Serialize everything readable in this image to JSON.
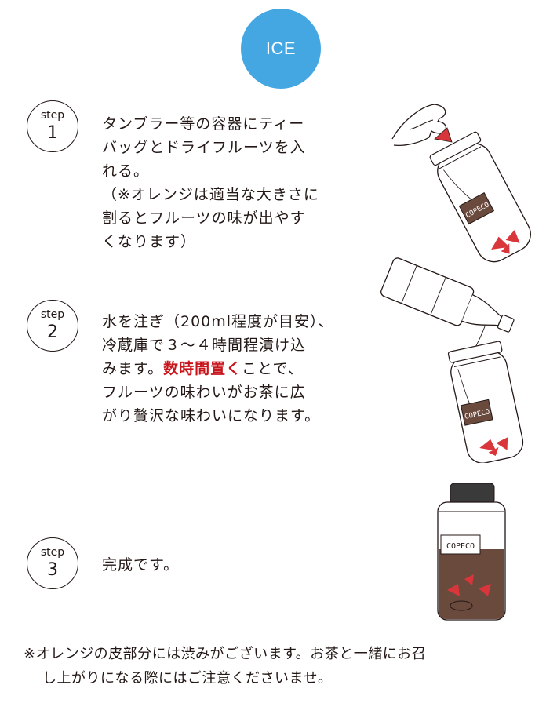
{
  "badge": {
    "label": "ICE"
  },
  "steps": [
    {
      "word": "step",
      "number": "1",
      "lines": [
        "タンブラー等の容器にティー",
        "バッグとドライフルーツを入",
        "れる。",
        "（※オレンジは適当な大きさに",
        "割るとフルーツの味が出やす",
        "くなります）"
      ]
    },
    {
      "word": "step",
      "number": "2",
      "lines": [
        "水を注ぎ（200ml程度が目安）、",
        "冷蔵庫で３～４時間程漬け込"
      ],
      "line3_before": "みます。",
      "line3_emphasis": "数時間置く",
      "line3_after": "ことで、",
      "lines_after": [
        "フルーツの味わいがお茶に広",
        "がり贅沢な味わいになります。"
      ]
    },
    {
      "word": "step",
      "number": "3",
      "lines": [
        "完成です。"
      ]
    }
  ],
  "bottle_label": "COPECO",
  "note": {
    "line1": "※オレンジの皮部分には渋みがございます。お茶と一緒にお召",
    "line2": "し上がりになる際にはご注意くださいませ。"
  },
  "colors": {
    "badge": "#45a7e2",
    "emphasis": "#c8161d",
    "tea": "#6b4a3e",
    "fruit": "#d9363c",
    "ink": "#231815"
  }
}
